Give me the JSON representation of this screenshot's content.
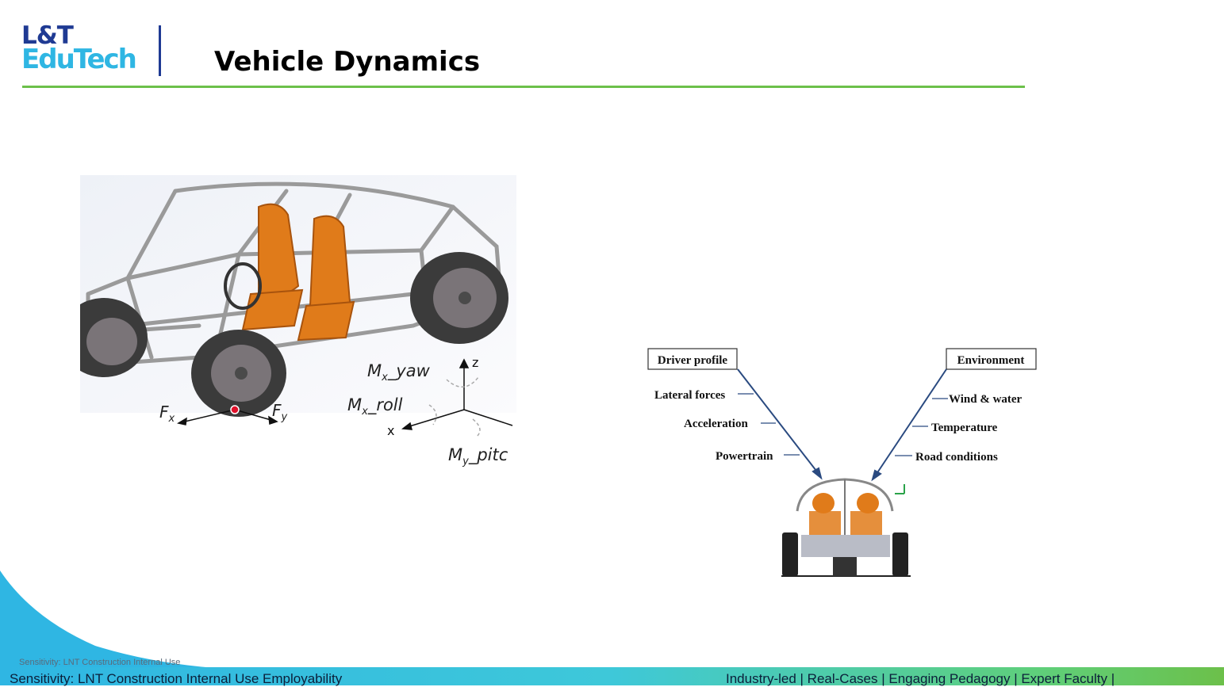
{
  "header": {
    "logo_line1": "L&T",
    "logo_line2": "EduTech",
    "title": "Vehicle Dynamics"
  },
  "left_figure": {
    "force_x": "F",
    "force_x_sub": "x",
    "force_y": "F",
    "force_y_sub": "y",
    "moment_yaw": "M",
    "moment_yaw_sub": "x",
    "moment_yaw_suffix": "_yaw",
    "moment_roll": "M",
    "moment_roll_sub": "x",
    "moment_roll_suffix": "_roll",
    "moment_pitch": "M",
    "moment_pitch_sub": "y",
    "moment_pitch_suffix": "_pitc",
    "axis_z": "z",
    "axis_x": "x"
  },
  "right_figure": {
    "box_left": "Driver profile",
    "box_right": "Environment",
    "left_items": [
      "Lateral forces",
      "Acceleration",
      "Powertrain"
    ],
    "right_items": [
      "Wind & water",
      "Temperature",
      "Road conditions"
    ]
  },
  "footer": {
    "small_sensitivity": "Sensitivity: LNT Construction Internal Use",
    "left": "Sensitivity: LNT Construction Internal Use Employability",
    "right": "Industry-led | Real-Cases | Engaging Pedagogy | Expert Faculty |"
  },
  "colors": {
    "brand_blue": "#1f3a93",
    "brand_cyan": "#2fb6e3",
    "accent_green": "#6cc04a"
  }
}
